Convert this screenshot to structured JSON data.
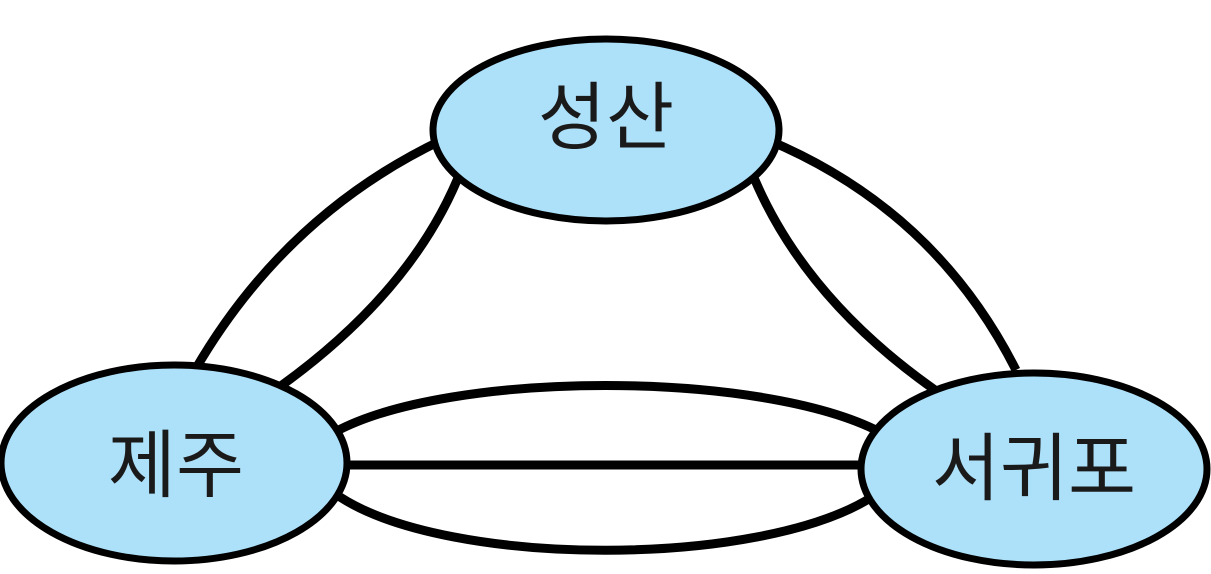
{
  "diagram": {
    "node_fill": "#ade0f9",
    "stroke_color": "#000000",
    "nodes": [
      {
        "id": "seongsan",
        "label": "성산"
      },
      {
        "id": "jeju",
        "label": "제주"
      },
      {
        "id": "seogwipo",
        "label": "서귀포"
      }
    ],
    "edges": [
      {
        "from": "jeju",
        "to": "seongsan",
        "count": 2
      },
      {
        "from": "seongsan",
        "to": "seogwipo",
        "count": 2
      },
      {
        "from": "jeju",
        "to": "seogwipo",
        "count": 3
      }
    ]
  }
}
